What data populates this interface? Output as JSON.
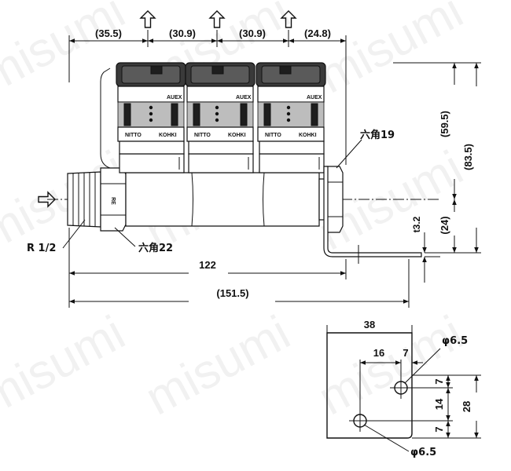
{
  "front_view": {
    "top_dims": [
      "(35.5)",
      "(30.9)",
      "(30.9)",
      "(24.8)"
    ],
    "width_dims": {
      "overall_body": "122",
      "overall_total": "(151.5)"
    },
    "height_dims": {
      "to_port": "(59.5)",
      "total": "(83.5)",
      "bottom": "(24)",
      "plate_thickness": "t3.2"
    },
    "labels": {
      "thread": "R 1/2",
      "hex_inlet": "六角22",
      "hex_outlet": "六角19"
    },
    "coupler_marks": {
      "brand": "AUEX",
      "maker": "NITTO",
      "maker2": "KOHKI",
      "body_mark": "RE"
    }
  },
  "bracket_view": {
    "dims": {
      "width": "38",
      "hole_offset": "16",
      "edge_offset": "7",
      "height": "28",
      "pitch": "14",
      "edge_top": "7",
      "edge_bottom": "7"
    },
    "holes": [
      "φ6.5",
      "φ6.5"
    ]
  },
  "watermark": "misumi"
}
